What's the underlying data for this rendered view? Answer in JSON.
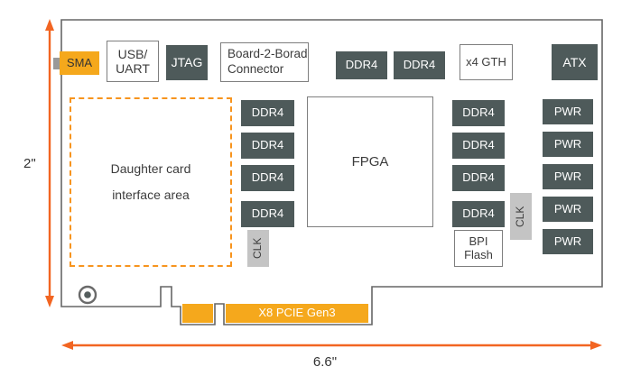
{
  "colors": {
    "block_dark": "#4e5a5a",
    "block_yellow": "#f5a81c",
    "clk_gray": "#c4c4c4",
    "arrow_orange": "#f26522",
    "dashed_orange": "#f7941e"
  },
  "dimensions": {
    "height_label": "2\"",
    "width_label": "6.6\""
  },
  "top_row": {
    "sma": "SMA",
    "usb_uart": "USB/\nUART",
    "jtag": "JTAG",
    "b2b_connector": "Board-2-Borad\nConnector",
    "ddr4_a": "DDR4",
    "ddr4_b": "DDR4",
    "x4_gth": "x4 GTH",
    "atx": "ATX"
  },
  "center": {
    "daughter_area": "Daughter card\ninterface area",
    "fpga": "FPGA",
    "ddr4_left": [
      "DDR4",
      "DDR4",
      "DDR4",
      "DDR4"
    ],
    "ddr4_right": [
      "DDR4",
      "DDR4",
      "DDR4",
      "DDR4"
    ],
    "clk_left": "CLK",
    "clk_right": "CLK",
    "bpi_flash": "BPI\nFlash",
    "pwr": [
      "PWR",
      "PWR",
      "PWR",
      "PWR",
      "PWR"
    ]
  },
  "bottom": {
    "pcie_label": "X8 PCIE Gen3"
  }
}
